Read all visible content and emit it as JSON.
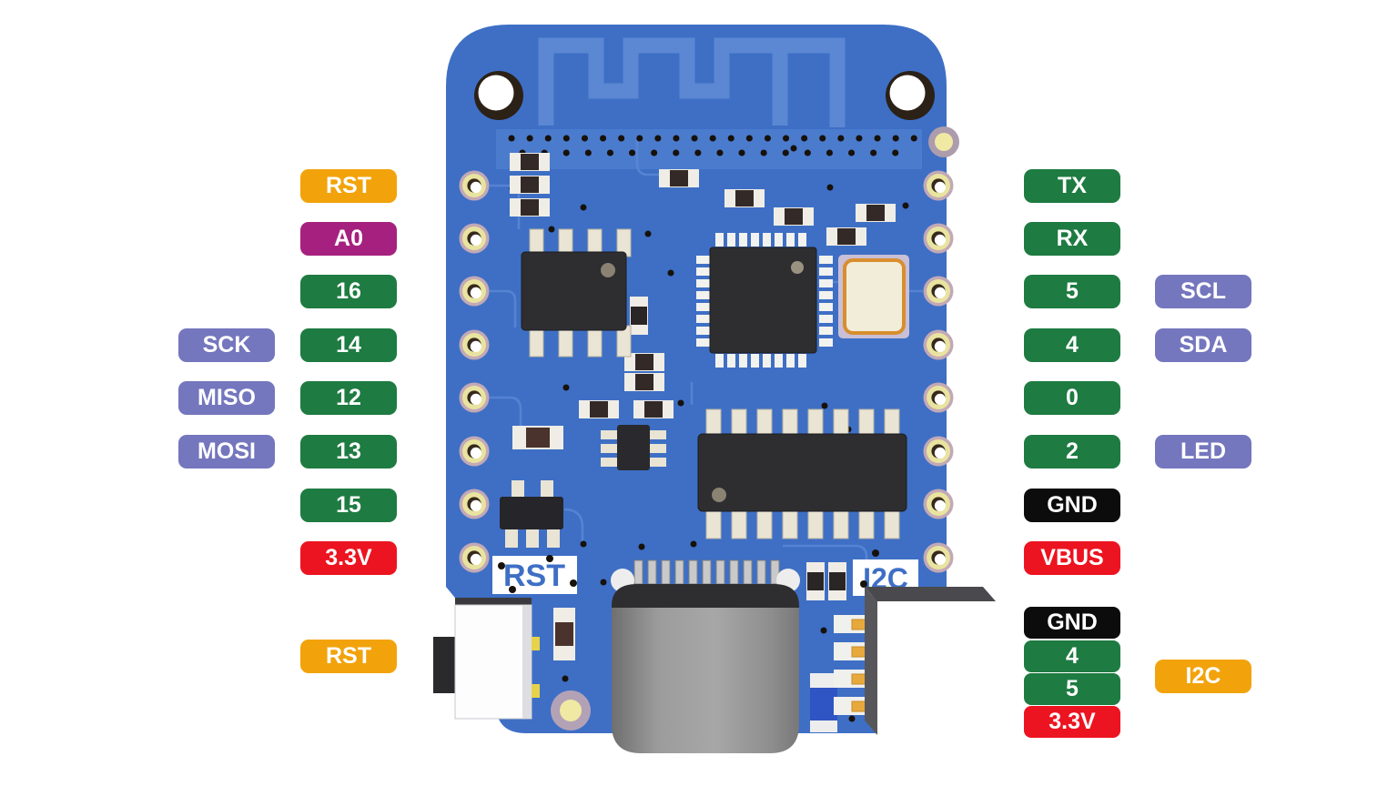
{
  "diagram": "ESP8266 mini dev board pinout",
  "colors": {
    "board_blue": "#3E6FC5",
    "trace_blue": "#5B87D3",
    "band_blue": "#4B7BCD",
    "badge_orange": "#F2A30B",
    "badge_magenta": "#A6217F",
    "badge_green": "#1E7B41",
    "badge_periwinkle": "#7476BE",
    "badge_red": "#EC1420",
    "badge_black": "#0C0C0C",
    "label_text": "#FFFFFF"
  },
  "board": {
    "silkscreen_reset": "RST",
    "silkscreen_i2c": "I2C"
  },
  "pins": {
    "left_outer": [
      {
        "label": "SCK",
        "color": "periwinkle"
      },
      {
        "label": "MISO",
        "color": "periwinkle"
      },
      {
        "label": "MOSI",
        "color": "periwinkle"
      }
    ],
    "left_inner": [
      {
        "label": "RST",
        "color": "orange"
      },
      {
        "label": "A0",
        "color": "magenta"
      },
      {
        "label": "16",
        "color": "green"
      },
      {
        "label": "14",
        "color": "green"
      },
      {
        "label": "12",
        "color": "green"
      },
      {
        "label": "13",
        "color": "green"
      },
      {
        "label": "15",
        "color": "green"
      },
      {
        "label": "3.3V",
        "color": "red"
      }
    ],
    "reset_button": {
      "label": "RST",
      "color": "orange"
    },
    "right_inner": [
      {
        "label": "TX",
        "color": "green"
      },
      {
        "label": "RX",
        "color": "green"
      },
      {
        "label": "5",
        "color": "green"
      },
      {
        "label": "4",
        "color": "green"
      },
      {
        "label": "0",
        "color": "green"
      },
      {
        "label": "2",
        "color": "green"
      },
      {
        "label": "GND",
        "color": "black"
      },
      {
        "label": "VBUS",
        "color": "red"
      }
    ],
    "right_outer": [
      {
        "label": "SCL",
        "color": "periwinkle"
      },
      {
        "label": "SDA",
        "color": "periwinkle"
      },
      {
        "label": "LED",
        "color": "periwinkle"
      }
    ],
    "i2c_header": [
      {
        "label": "GND",
        "color": "black"
      },
      {
        "label": "4",
        "color": "green"
      },
      {
        "label": "5",
        "color": "green"
      },
      {
        "label": "3.3V",
        "color": "red"
      }
    ],
    "i2c_group": {
      "label": "I2C",
      "color": "orange"
    }
  }
}
